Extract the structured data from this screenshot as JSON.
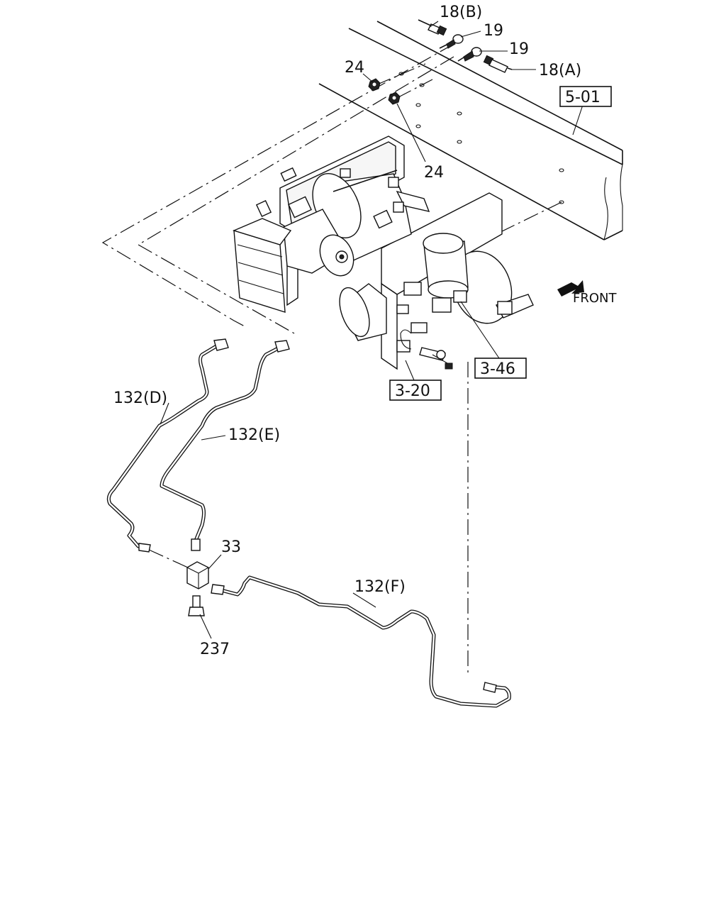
{
  "labels": {
    "part_18b": "18(B)",
    "part_19_a": "19",
    "part_19_b": "19",
    "part_18a": "18(A)",
    "part_24_a": "24",
    "part_24_b": "24",
    "ref_5_01": "5-01",
    "front": "FRONT",
    "ref_3_46": "3-46",
    "ref_3_20": "3-20",
    "part_132d": "132(D)",
    "part_132e": "132(E)",
    "part_33": "33",
    "part_132f": "132(F)",
    "part_237": "237"
  }
}
